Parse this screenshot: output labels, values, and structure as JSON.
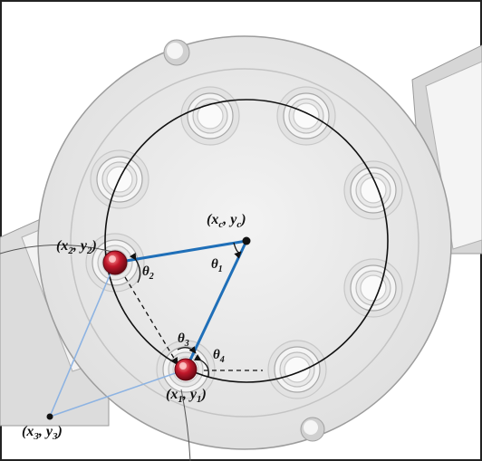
{
  "labels": {
    "center": "(x",
    "center_sub_x": "c",
    "center_mid": ", y",
    "center_sub_y": "c",
    "center_end": ")",
    "p1": "(x",
    "p1_sub_x": "1",
    "p1_mid": ", y",
    "p1_sub_y": "1",
    "p1_end": ")",
    "p2": "(x",
    "p2_sub_x": "2",
    "p2_mid": ", y",
    "p2_sub_y": "2",
    "p2_end": ")",
    "p3": "(x",
    "p3_sub_x": "3",
    "p3_mid": ", y",
    "p3_sub_y": "3",
    "p3_end": ")"
  },
  "angles": {
    "theta": "θ",
    "t1": "1",
    "t2": "2",
    "t3": "3",
    "t4": "4"
  },
  "colors": {
    "plate": "#e6e6e6",
    "plate_inner": "#d9d9d9",
    "blue_line": "#1f6fb8",
    "light_blue_line": "#8db3e2",
    "marker_red": "#b3192b",
    "circle": "#111111"
  }
}
